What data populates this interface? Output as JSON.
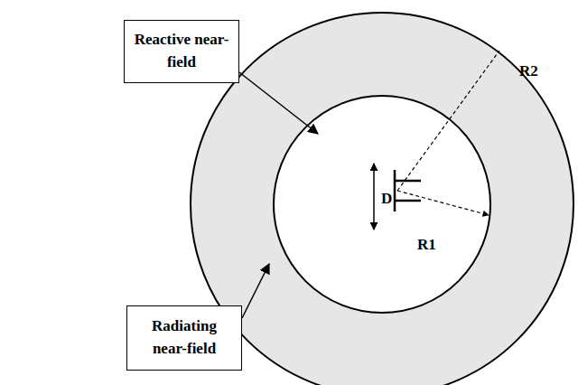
{
  "diagram": {
    "nodes": [
      {
        "text": [
          "Reactive near-field"
        ]
      },
      {
        "text": [
          "Radiating near-field"
        ]
      }
    ],
    "labels": [
      "D",
      "R1",
      "R2"
    ]
  }
}
